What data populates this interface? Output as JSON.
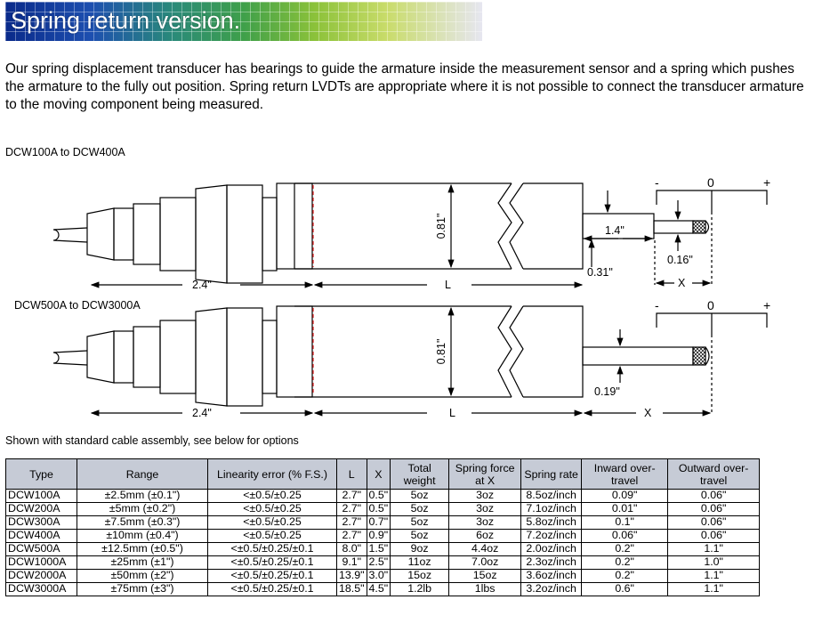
{
  "banner": {
    "title": "Spring return version."
  },
  "intro": "Our spring displacement transducer has bearings to guide the armature inside the measurement sensor and a spring which pushes the armature to the fully out position.  Spring return LVDTs are appropriate where it is not possible to connect the transducer armature to the moving component being measured.",
  "drawings": {
    "top": {
      "label": "DCW100A to DCW400A",
      "diameter": "0.81\"",
      "armature_length": "1.4\"",
      "tip_dia": "0.16\"",
      "rod_dia": "0.31\"",
      "body_front": "2.4\"",
      "length": "L",
      "stroke": "X",
      "scale_minus": "-",
      "scale_zero": "0",
      "scale_plus": "+"
    },
    "bottom": {
      "label": "DCW500A to DCW3000A",
      "diameter": "0.81\"",
      "rod_dia": "0.19\"",
      "body_front": "2.4\"",
      "length": "L",
      "stroke": "X",
      "scale_minus": "-",
      "scale_zero": "0",
      "scale_plus": "+"
    }
  },
  "caption": "Shown with standard cable assembly, see below for options",
  "table": {
    "headers": [
      "Type",
      "Range",
      "Linearity error (% F.S.)",
      "L",
      "X",
      "Total weight",
      "Spring force at X",
      "Spring rate",
      "Inward over-travel",
      "Outward over-travel"
    ],
    "rows": [
      [
        "DCW100A",
        "±2.5mm (±0.1\")",
        "<±0.5/±0.25",
        "2.7\"",
        "0.5\"",
        "5oz",
        "3oz",
        "8.5oz/inch",
        "0.09\"",
        "0.06\""
      ],
      [
        "DCW200A",
        "±5mm (±0.2\")",
        "<±0.5/±0.25",
        "2.7\"",
        "0.5\"",
        "5oz",
        "3oz",
        "7.1oz/inch",
        "0.01\"",
        "0.06\""
      ],
      [
        "DCW300A",
        "±7.5mm (±0.3\")",
        "<±0.5/±0.25",
        "2.7\"",
        "0.7\"",
        "5oz",
        "3oz",
        "5.8oz/inch",
        "0.1\"",
        "0.06\""
      ],
      [
        "DCW400A",
        "±10mm (±0.4\")",
        "<±0.5/±0.25",
        "2.7\"",
        "0.9\"",
        "5oz",
        "6oz",
        "7.2oz/inch",
        "0.06\"",
        "0.06\""
      ],
      [
        "DCW500A",
        "±12.5mm (±0.5\")",
        "<±0.5/±0.25/±0.1",
        "8.0\"",
        "1.5\"",
        "9oz",
        "4.4oz",
        "2.0oz/inch",
        "0.2\"",
        "1.1\""
      ],
      [
        "DCW1000A",
        "±25mm (±1\")",
        "<±0.5/±0.25/±0.1",
        "9.1\"",
        "2.5\"",
        "11oz",
        "7.0oz",
        "2.3oz/inch",
        "0.2\"",
        "1.0\""
      ],
      [
        "DCW2000A",
        "±50mm (±2\")",
        "<±0.5/±0.25/±0.1",
        "13.9\"",
        "3.0\"",
        "15oz",
        "15oz",
        "3.6oz/inch",
        "0.2\"",
        "1.1\""
      ],
      [
        "DCW3000A",
        "±75mm (±3\")",
        "<±0.5/±0.25/±0.1",
        "18.5\"",
        "4.5\"",
        "1.2lb",
        "1lbs",
        "3.2oz/inch",
        "0.6\"",
        "1.1\""
      ]
    ]
  }
}
